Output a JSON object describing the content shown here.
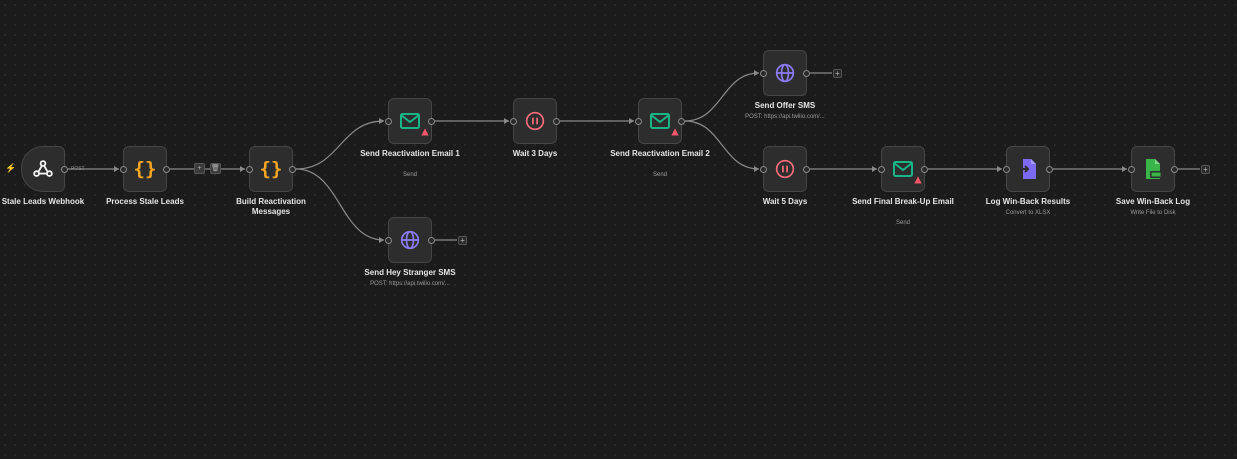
{
  "colors": {
    "background": "#1b1b1b",
    "node": "#2d2d2d",
    "connection": "#8a8a8a",
    "code_icon": "#f5a524",
    "email_icon": "#18b587",
    "wait_icon": "#ff6d7a",
    "http_icon": "#8b7cf6",
    "xlsx_icon": "#7c6bf2",
    "file_icon": "#39b54a",
    "warning": "#f0566a"
  },
  "trigger": {
    "edge_label": "POST"
  },
  "nodes": {
    "webhook": {
      "name": "Stale Leads Webhook",
      "icon": "webhook-icon"
    },
    "process": {
      "name": "Process Stale Leads",
      "icon": "code-braces-icon"
    },
    "build": {
      "name": "Build Reactivation Messages",
      "icon": "code-braces-icon"
    },
    "email1": {
      "name": "Send Reactivation Email 1",
      "subtitle": "Send",
      "icon": "envelope-icon"
    },
    "hey_sms": {
      "name": "Send Hey Stranger SMS",
      "subtitle": "POST: https://api.twilio.com/...",
      "icon": "globe-icon"
    },
    "wait3": {
      "name": "Wait 3 Days",
      "icon": "pause-icon"
    },
    "email2": {
      "name": "Send Reactivation Email 2",
      "subtitle": "Send",
      "icon": "envelope-icon"
    },
    "offer_sms": {
      "name": "Send Offer SMS",
      "subtitle": "POST: https://api.twilio.com/...",
      "icon": "globe-icon"
    },
    "wait5": {
      "name": "Wait 5 Days",
      "icon": "pause-icon"
    },
    "final_email": {
      "name": "Send Final Break-Up Email",
      "subtitle": "Send",
      "icon": "envelope-icon"
    },
    "log_results": {
      "name": "Log Win-Back Results",
      "subtitle": "Convert to XLSX",
      "icon": "file-convert-icon"
    },
    "save_log": {
      "name": "Save Win-Back Log",
      "subtitle": "Write File to Disk",
      "icon": "file-write-icon"
    }
  },
  "controls": {
    "add": "+",
    "delete": "🗑"
  }
}
